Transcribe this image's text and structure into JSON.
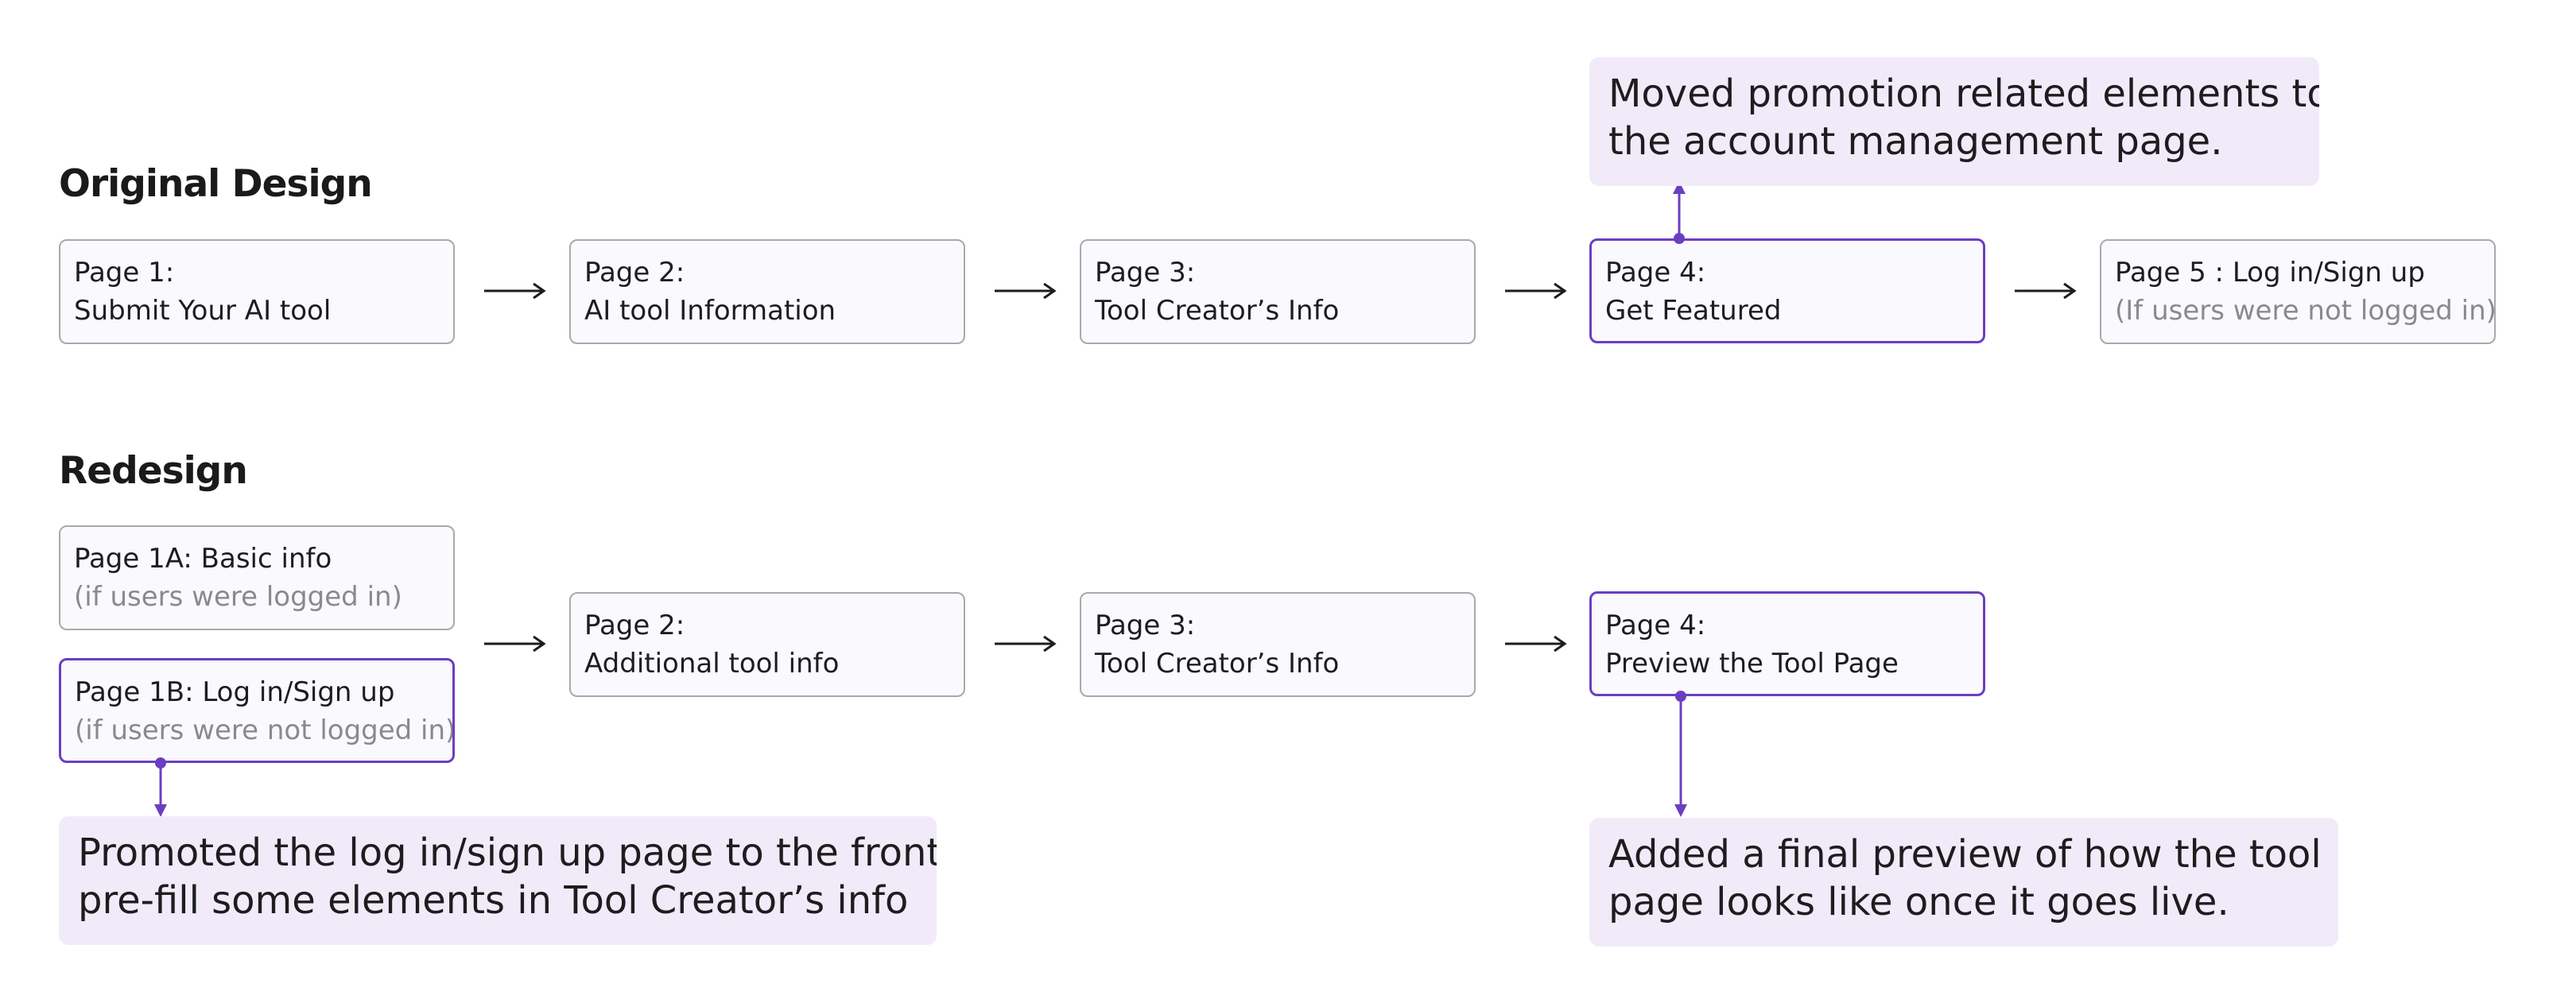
{
  "original": {
    "heading": "Original Design",
    "pages": [
      {
        "l1": "Page 1:",
        "l2": "Submit Your AI tool"
      },
      {
        "l1": "Page 2:",
        "l2": "AI tool Information"
      },
      {
        "l1": "Page 3:",
        "l2": "Tool Creator’s Info"
      },
      {
        "l1": "Page 4:",
        "l2": "Get Featured"
      },
      {
        "l1": "Page 5 : Log in/Sign up",
        "l2": "(If users were not logged in)"
      }
    ],
    "note": {
      "line1": "Moved promotion related elements to",
      "line2": "the account management page."
    }
  },
  "redesign": {
    "heading": "Redesign",
    "pages": [
      {
        "l1": "Page 1A: Basic info",
        "l2": "(if users were logged in)"
      },
      {
        "l1": "Page 1B: Log in/Sign up",
        "l2": "(if users were not logged in)"
      },
      {
        "l1": "Page 2:",
        "l2": "Additional tool info"
      },
      {
        "l1": "Page 3:",
        "l2": "Tool Creator’s Info"
      },
      {
        "l1": "Page 4:",
        "l2": "Preview the Tool Page"
      }
    ],
    "note_login": {
      "line1": "Promoted the log in/sign up page to the front to",
      "line2": "pre-fill some elements in Tool Creator’s info"
    },
    "note_preview": {
      "line1": "Added a final preview of how the tool",
      "line2": "page looks like once it goes live."
    }
  },
  "colors": {
    "accent": "#6b3ec2",
    "note_bg": "#f1ebf9",
    "box_bg": "#faf9fd",
    "box_border": "#a9a9ad",
    "muted_text": "#8a8a8e"
  }
}
